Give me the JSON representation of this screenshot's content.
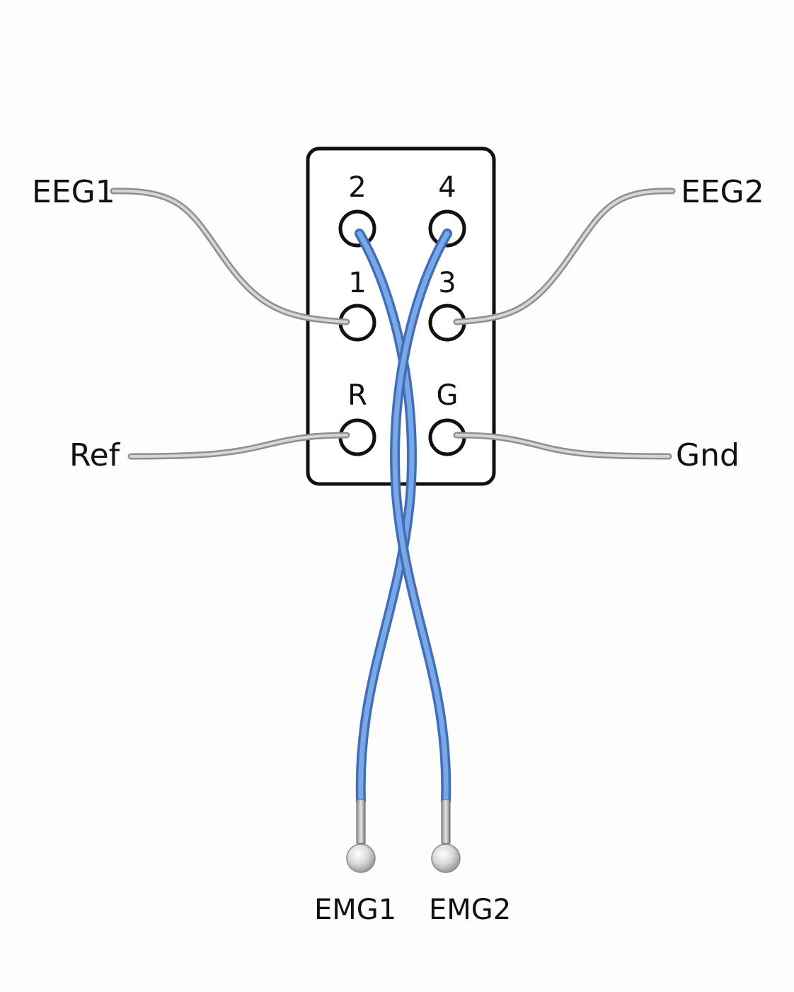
{
  "labels": {
    "eeg1": "EEG1",
    "eeg2": "EEG2",
    "ref": "Ref",
    "gnd": "Gnd",
    "emg1": "EMG1",
    "emg2": "EMG2"
  },
  "pins": {
    "p2": "2",
    "p4": "4",
    "p1": "1",
    "p3": "3",
    "pR": "R",
    "pG": "G"
  },
  "colors": {
    "grey_wire": "#a9a9a9",
    "blue_wire": "#5b8fd8",
    "outline": "#111111"
  }
}
